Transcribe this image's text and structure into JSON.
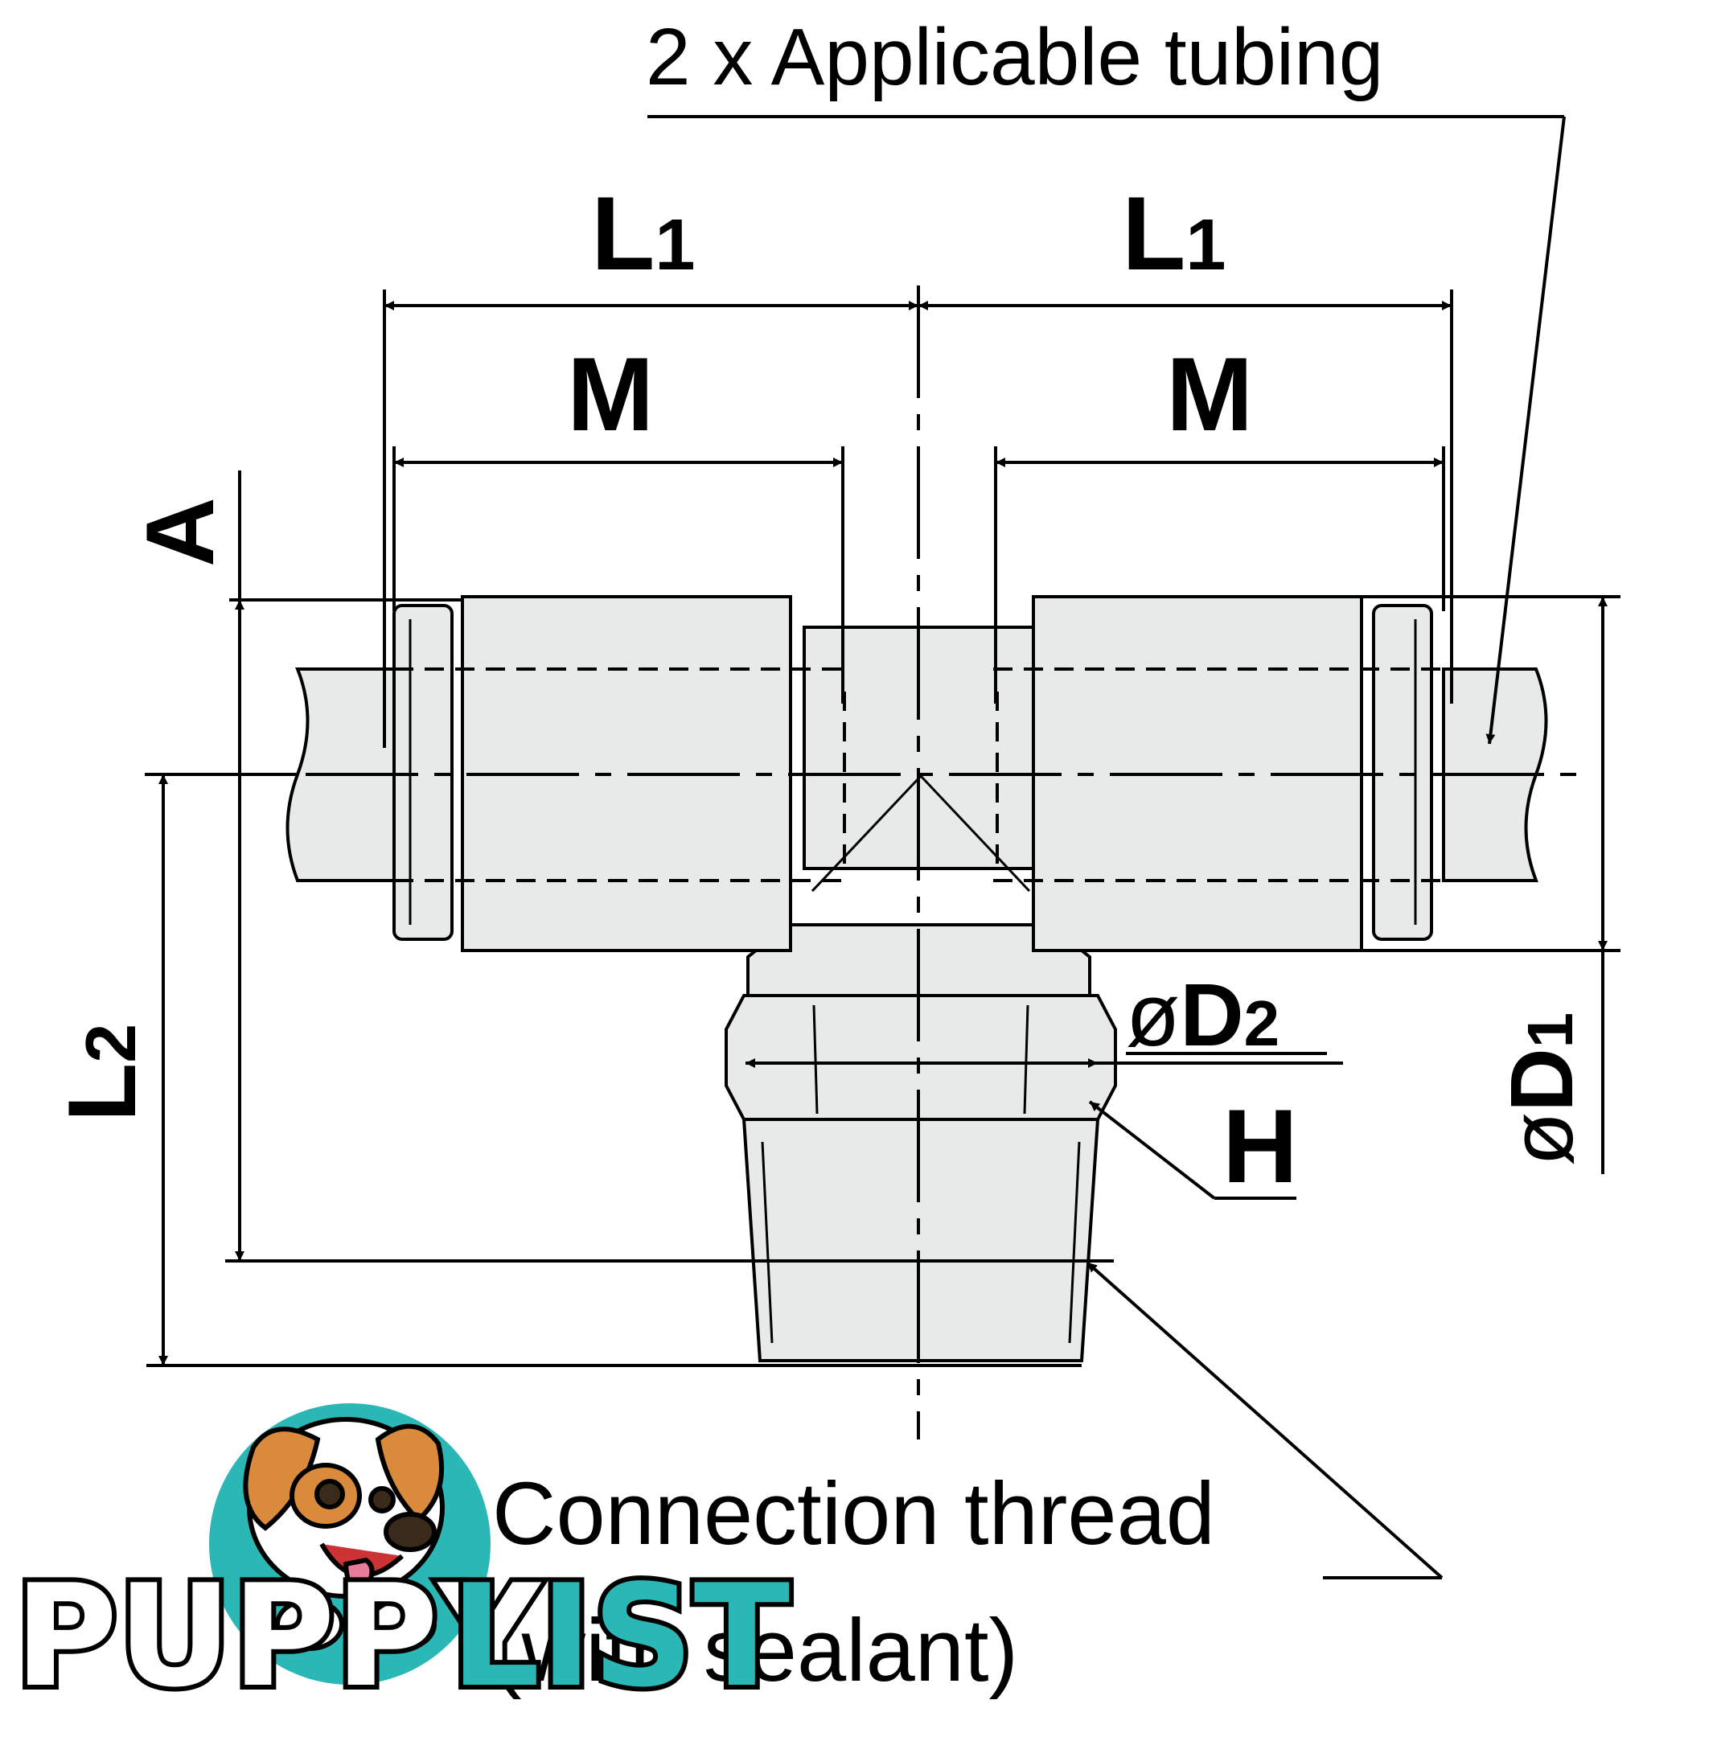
{
  "labels": {
    "applicable_tubing": "2 x Applicable tubing",
    "l1": "L",
    "l1_sub": "1",
    "m": "M",
    "a": "A",
    "l2": "L",
    "l2_sub": "2",
    "d2_prefix": "ø",
    "d2": "D",
    "d2_sub": "2",
    "h": "H",
    "d1_prefix": "ø",
    "d1": "D",
    "d1_sub": "1",
    "connection_thread_line1": "Connection thread",
    "connection_thread_line2": "(with sealant)"
  },
  "watermark": {
    "part1": "PUPPY",
    "part2": "LIST",
    "part1_color": "#ffffff",
    "part2_color": "#2bb7b5",
    "circle_color": "#2bb7b5",
    "icon": "puppy-mascot-icon"
  },
  "colors": {
    "body_fill": "#e8eaea",
    "line": "#000000"
  }
}
